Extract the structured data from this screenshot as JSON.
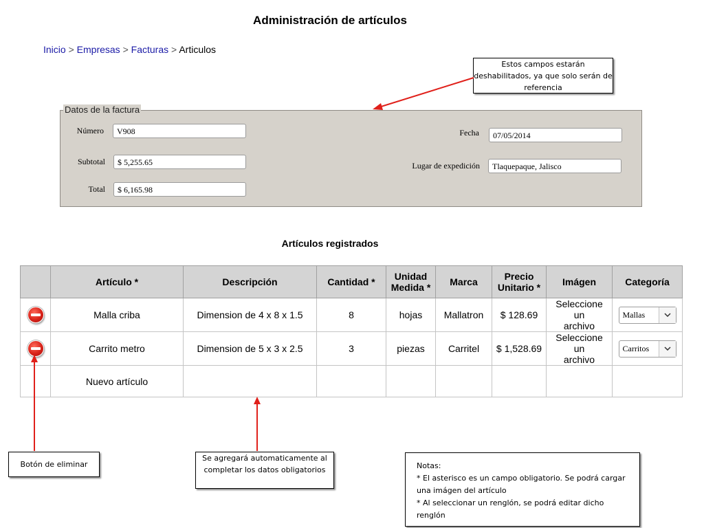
{
  "page_title": "Administración de artículos",
  "breadcrumb": {
    "items": [
      "Inicio",
      "Empresas",
      "Facturas"
    ],
    "current": "Articulos",
    "separator": ">"
  },
  "notes": {
    "disabled_fields": "Estos campos estarán deshabilitados, ya que solo serán de referencia",
    "delete_button": "Botón de eliminar",
    "auto_add": "Se agregará automaticamente al completar los datos obligatorios",
    "general": {
      "title": "Notas:",
      "line1": "* El asterisco es un campo obligatorio. Se podrá cargar una imágen del artículo",
      "line2": "* Al seleccionar un renglón, se podrá editar dicho renglón"
    }
  },
  "invoice": {
    "legend": "Datos de la factura",
    "numero_label": "Número",
    "numero": "V908",
    "subtotal_label": "Subtotal",
    "subtotal": "$ 5,255.65",
    "total_label": "Total",
    "total": "$ 6,165.98",
    "fecha_label": "Fecha",
    "fecha": "07/05/2014",
    "lugar_label": "Lugar de expedición",
    "lugar": "Tlaquepaque, Jalisco"
  },
  "table": {
    "title": "Artículos registrados",
    "headers": {
      "articulo": "Artículo *",
      "descripcion": "Descripción",
      "cantidad": "Cantidad *",
      "unidad_1": "Unidad",
      "unidad_2": "Medida *",
      "marca": "Marca",
      "precio_1": "Precio",
      "precio_2": "Unitario *",
      "imagen": "Imágen",
      "categoria": "Categoría"
    },
    "rows": [
      {
        "articulo": "Malla criba",
        "descripcion": "Dimension de 4 x 8 x 1.5",
        "cantidad": "8",
        "unidad": "hojas",
        "marca": "Mallatron",
        "precio": "$ 128.69",
        "imagen_1": "Seleccione un",
        "imagen_2": "archivo",
        "categoria": "Mallas"
      },
      {
        "articulo": "Carrito metro",
        "descripcion": "Dimension de 5 x 3 x 2.5",
        "cantidad": "3",
        "unidad": "piezas",
        "marca": "Carritel",
        "precio": "$ 1,528.69",
        "imagen_1": "Seleccione un",
        "imagen_2": "archivo",
        "categoria": "Carritos"
      }
    ],
    "new_row_label": "Nuevo artículo"
  },
  "colors": {
    "annotation_arrow": "#e0201a",
    "link": "#1a1aa6",
    "fieldset_bg": "#d6d2cb",
    "header_bg": "#d4d4d4"
  }
}
